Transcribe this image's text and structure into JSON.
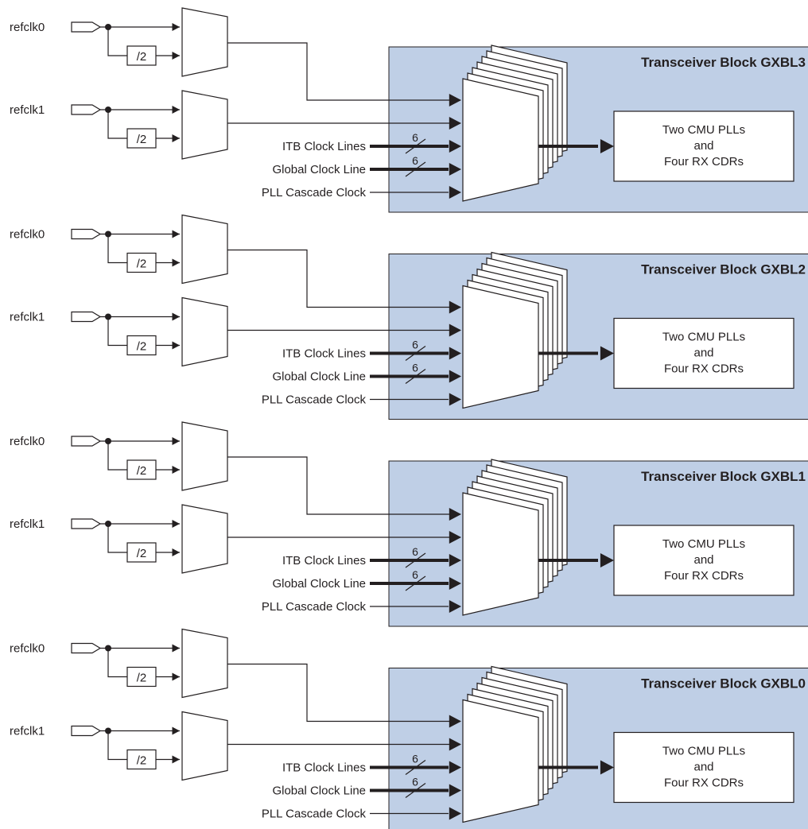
{
  "colors": {
    "block_fill": "#bfcfe6",
    "line": "#231f20",
    "box_fill": "#ffffff"
  },
  "groups": [
    {
      "refclk0_label": "refclk0",
      "refclk1_label": "refclk1",
      "divider_label": "/2",
      "itb_label": "ITB Clock Lines",
      "global_label": "Global Clock Line",
      "cascade_label": "PLL Cascade Clock",
      "itb_bus_width": "6",
      "global_bus_width": "6",
      "block_title": "Transceiver Block GXBL3",
      "box_lines": [
        "Two CMU PLLs",
        "and",
        "Four RX CDRs"
      ]
    },
    {
      "refclk0_label": "refclk0",
      "refclk1_label": "refclk1",
      "divider_label": "/2",
      "itb_label": "ITB Clock Lines",
      "global_label": "Global Clock Line",
      "cascade_label": "PLL Cascade Clock",
      "itb_bus_width": "6",
      "global_bus_width": "6",
      "block_title": "Transceiver Block GXBL2",
      "box_lines": [
        "Two CMU PLLs",
        "and",
        "Four RX CDRs"
      ]
    },
    {
      "refclk0_label": "refclk0",
      "refclk1_label": "refclk1",
      "divider_label": "/2",
      "itb_label": "ITB Clock Lines",
      "global_label": "Global Clock Line",
      "cascade_label": "PLL Cascade Clock",
      "itb_bus_width": "6",
      "global_bus_width": "6",
      "block_title": "Transceiver Block GXBL1",
      "box_lines": [
        "Two CMU PLLs",
        "and",
        "Four RX CDRs"
      ]
    },
    {
      "refclk0_label": "refclk0",
      "refclk1_label": "refclk1",
      "divider_label": "/2",
      "itb_label": "ITB Clock Lines",
      "global_label": "Global Clock Line",
      "cascade_label": "PLL Cascade Clock",
      "itb_bus_width": "6",
      "global_bus_width": "6",
      "block_title": "Transceiver Block GXBL0",
      "box_lines": [
        "Two CMU PLLs",
        "and",
        "Four RX CDRs"
      ]
    }
  ]
}
